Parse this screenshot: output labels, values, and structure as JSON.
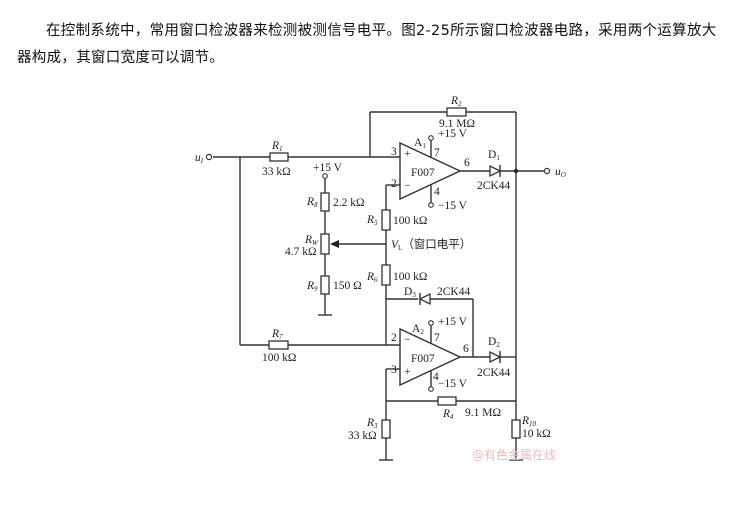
{
  "paragraph": {
    "text": "在控制系统中，常用窗口检波器来检测被测信号电平。图2-25所示窗口检波器电路，采用两个运算放大器构成，其窗口宽度可以调节。"
  },
  "circuit": {
    "input_label": "u",
    "input_sub": "I",
    "output_label": "u",
    "output_sub": "O",
    "opamps": [
      {
        "name": "A",
        "sub": "1",
        "model": "F007",
        "pin_plus": "3",
        "pin_minus": "2",
        "pin_out": "6",
        "pin_vplus": "7",
        "pin_vminus": "4",
        "vplus": "+15 V",
        "vminus": "−15 V"
      },
      {
        "name": "A",
        "sub": "2",
        "model": "F007",
        "pin_plus": "3",
        "pin_minus": "2",
        "pin_out": "6",
        "pin_vplus": "7",
        "pin_vminus": "4",
        "vplus": "+15 V",
        "vminus": "−15 V"
      }
    ],
    "resistors": [
      {
        "name": "R",
        "sub": "1",
        "value": "33 kΩ"
      },
      {
        "name": "R",
        "sub": "2",
        "value": "9.1 MΩ"
      },
      {
        "name": "R",
        "sub": "3",
        "value": "33 kΩ"
      },
      {
        "name": "R",
        "sub": "4",
        "value": "9.1 MΩ"
      },
      {
        "name": "R",
        "sub": "5",
        "value": "100 kΩ"
      },
      {
        "name": "R",
        "sub": "6",
        "value": "100 kΩ"
      },
      {
        "name": "R",
        "sub": "7",
        "value": "100 kΩ"
      },
      {
        "name": "R",
        "sub": "8",
        "value": "2.2 kΩ"
      },
      {
        "name": "R",
        "sub": "W",
        "value": "4.7 kΩ"
      },
      {
        "name": "R",
        "sub": "9",
        "value": "150 Ω"
      },
      {
        "name": "R",
        "sub": "10",
        "value": "10 kΩ"
      }
    ],
    "diodes": [
      {
        "name": "D",
        "sub": "1",
        "model": "2CK44"
      },
      {
        "name": "D",
        "sub": "2",
        "model": "2CK44"
      },
      {
        "name": "D",
        "sub": "3",
        "model": "2CK44"
      }
    ],
    "supply_divider": "+15 V",
    "vl_label": "V",
    "vl_sub": "L",
    "vl_note": "（窗口电平）"
  },
  "watermark": "@有色金属在线"
}
